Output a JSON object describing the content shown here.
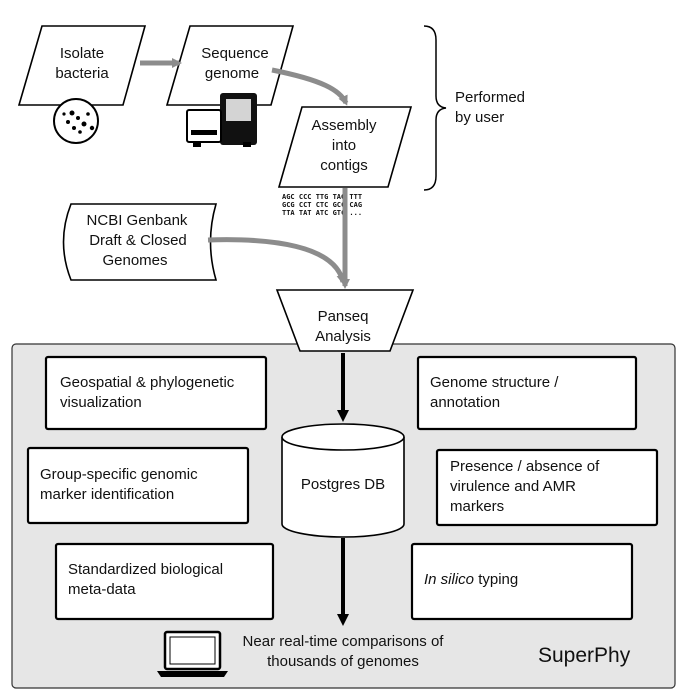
{
  "steps": {
    "isolate": [
      "Isolate",
      "bacteria"
    ],
    "sequence": [
      "Sequence",
      "genome"
    ],
    "assembly": [
      "Assembly",
      "into",
      "contigs"
    ],
    "user_note": [
      "Performed",
      "by user"
    ],
    "ncbi": [
      "NCBI Genbank",
      "Draft & Closed",
      "Genomes"
    ],
    "panseq": [
      "Panseq",
      "Analysis"
    ]
  },
  "sequence_text": [
    "AGC CCC TTG TAG TTT",
    "GCG CCT CTC GCC CAG",
    "TTA TAT ATC GTC ..."
  ],
  "superphy": {
    "db_label": "Postgres DB",
    "features_left": [
      [
        "Geospatial & phylogenetic",
        "visualization"
      ],
      [
        "Group-specific genomic",
        "marker identification"
      ],
      [
        "Standardized biological",
        "meta-data"
      ]
    ],
    "features_right": [
      [
        "Genome structure /",
        "annotation"
      ],
      [
        "Presence / absence of",
        "virulence and AMR",
        "markers"
      ]
    ],
    "insilico": {
      "italic": "In silico",
      "rest": " typing"
    },
    "output": [
      "Near real-time comparisons of",
      "thousands of genomes"
    ],
    "brand": "SuperPhy"
  },
  "colors": {
    "panel_fill": "#e6e6e6",
    "arrow_gray": "#8c8c8c",
    "arrow_black": "#000000",
    "instrument_dark": "#111111",
    "screen_gray": "#d4d4d4"
  },
  "icons": [
    "petri-dish-icon",
    "sequencer-icon",
    "laptop-icon"
  ]
}
